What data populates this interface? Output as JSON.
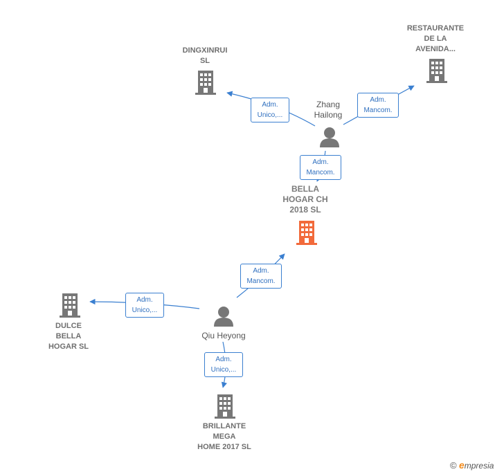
{
  "nodes": {
    "bella_hogar": {
      "lines": [
        "BELLA",
        "HOGAR CH",
        "2018  SL"
      ],
      "color": "#f26a3b"
    },
    "dingxinrui": {
      "lines": [
        "DINGXINRUI",
        "SL"
      ],
      "color": "#777777"
    },
    "restaurante": {
      "lines": [
        "RESTAURANTE",
        "DE LA",
        "AVENIDA..."
      ],
      "color": "#777777"
    },
    "dulce": {
      "lines": [
        "DULCE",
        "BELLA",
        "HOGAR  SL"
      ],
      "color": "#777777"
    },
    "brillante": {
      "lines": [
        "BRILLANTE",
        "MEGA",
        "HOME 2017  SL"
      ],
      "color": "#777777"
    },
    "zhang": {
      "lines": [
        "Zhang",
        "Hailong"
      ],
      "color": "#777777"
    },
    "qiu": {
      "lines": [
        "Qiu Heyong"
      ],
      "color": "#777777"
    }
  },
  "edges": {
    "zhang_dingxinrui": {
      "lines": [
        "Adm.",
        "Unico,..."
      ]
    },
    "zhang_restaurante": {
      "lines": [
        "Adm.",
        "Mancom."
      ]
    },
    "zhang_bella": {
      "lines": [
        "Adm.",
        "Mancom."
      ]
    },
    "qiu_bella": {
      "lines": [
        "Adm.",
        "Mancom."
      ]
    },
    "qiu_dulce": {
      "lines": [
        "Adm.",
        "Unico,..."
      ]
    },
    "qiu_brillante": {
      "lines": [
        "Adm.",
        "Unico,..."
      ]
    }
  },
  "brand": {
    "copyright": "©",
    "e": "e",
    "rest": "mpresia"
  },
  "colors": {
    "edge": "#3a7fd0",
    "building": "#777777",
    "main_building": "#f26a3b",
    "person": "#777777"
  }
}
